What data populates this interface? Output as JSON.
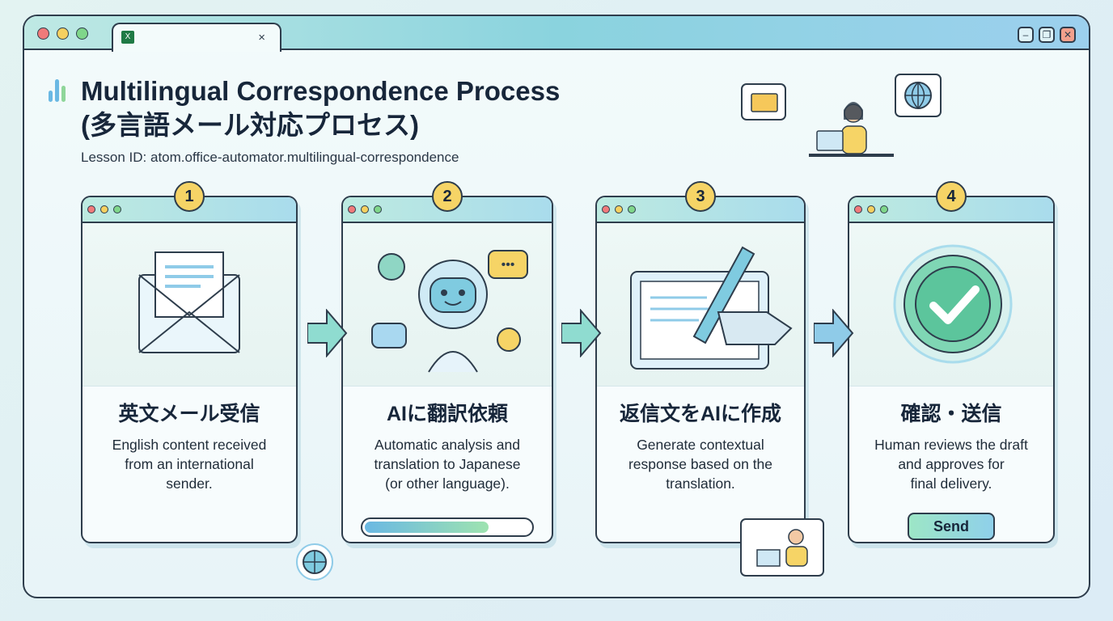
{
  "window": {
    "tab_close": "×",
    "app_icon": "excel-icon",
    "app_icon_letter": "X",
    "minimize": "–",
    "maximize": "❐",
    "close": "✕"
  },
  "header": {
    "title_en": "Multilingual Correspondence Process",
    "title_jp": "(多言語メール対応プロセス)",
    "lesson_id": "Lesson ID: atom.office-automator.multilingual-correspondence"
  },
  "steps": [
    {
      "number": "1",
      "title": "英文メール受信",
      "desc": [
        "English content received",
        "from an international",
        "sender."
      ],
      "icon": "envelope-icon"
    },
    {
      "number": "2",
      "title": "AIに翻訳依頼",
      "desc": [
        "Automatic analysis and",
        "translation to Japanese",
        "(or other language)."
      ],
      "icon": "robot-icon",
      "progress_percent": 75
    },
    {
      "number": "3",
      "title": "返信文をAIに作成",
      "desc": [
        "Generate contextual",
        "response based on the",
        "translation."
      ],
      "icon": "robot-hand-pen-icon"
    },
    {
      "number": "4",
      "title": "確認・送信",
      "desc": [
        "Human reviews the draft",
        "and approves for",
        "final delivery."
      ],
      "icon": "checkmark-icon",
      "button": "Send"
    }
  ],
  "colors": {
    "accent_yellow": "#f6d466",
    "border": "#2e3d4c",
    "teal": "#8ad3de"
  }
}
